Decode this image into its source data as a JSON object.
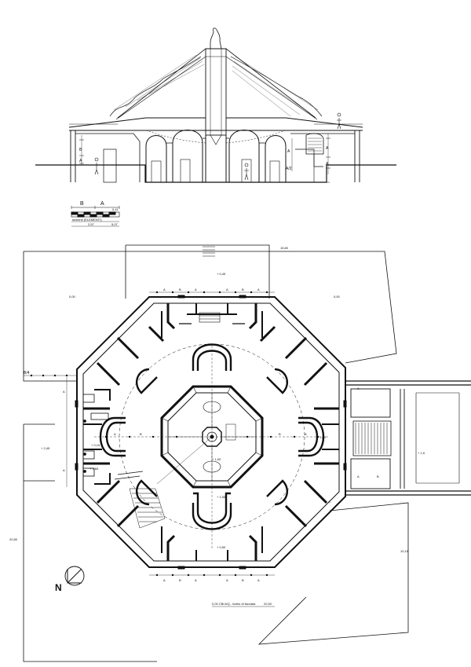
{
  "section": {
    "labels": {
      "a": "A",
      "b": "B",
      "a2": "A/2"
    }
  },
  "scale_bar": {
    "label_b": "B",
    "label_a": "A",
    "label_value": "0,41",
    "caption": "sezione (ELEMENTI)",
    "dim_left": "2,57",
    "dim_right": "5,07"
  },
  "plan": {
    "top_elev": "15,80",
    "court_elev": "+ 0,45",
    "left_area": "0,00",
    "right_area": "0,00",
    "left_mark": "B/4",
    "elev_left": "+ 2,45",
    "elev_mid_left": "+ 0,15",
    "elev_small": "+ 1,65",
    "elev_left_side": "+ 1,00",
    "elev_center": "+ 1,00",
    "elev_center2": "+ 1,55",
    "elev_bottom": "+ 0,50",
    "left_side_dim": "20,80",
    "right_side_dim": "10,15",
    "right_dim": "+ 1,5",
    "caption": "0,00 CBLNQ - livello di facciata",
    "caption_value": "20,50",
    "north": "N",
    "module_a": "A",
    "module_b": "B"
  }
}
